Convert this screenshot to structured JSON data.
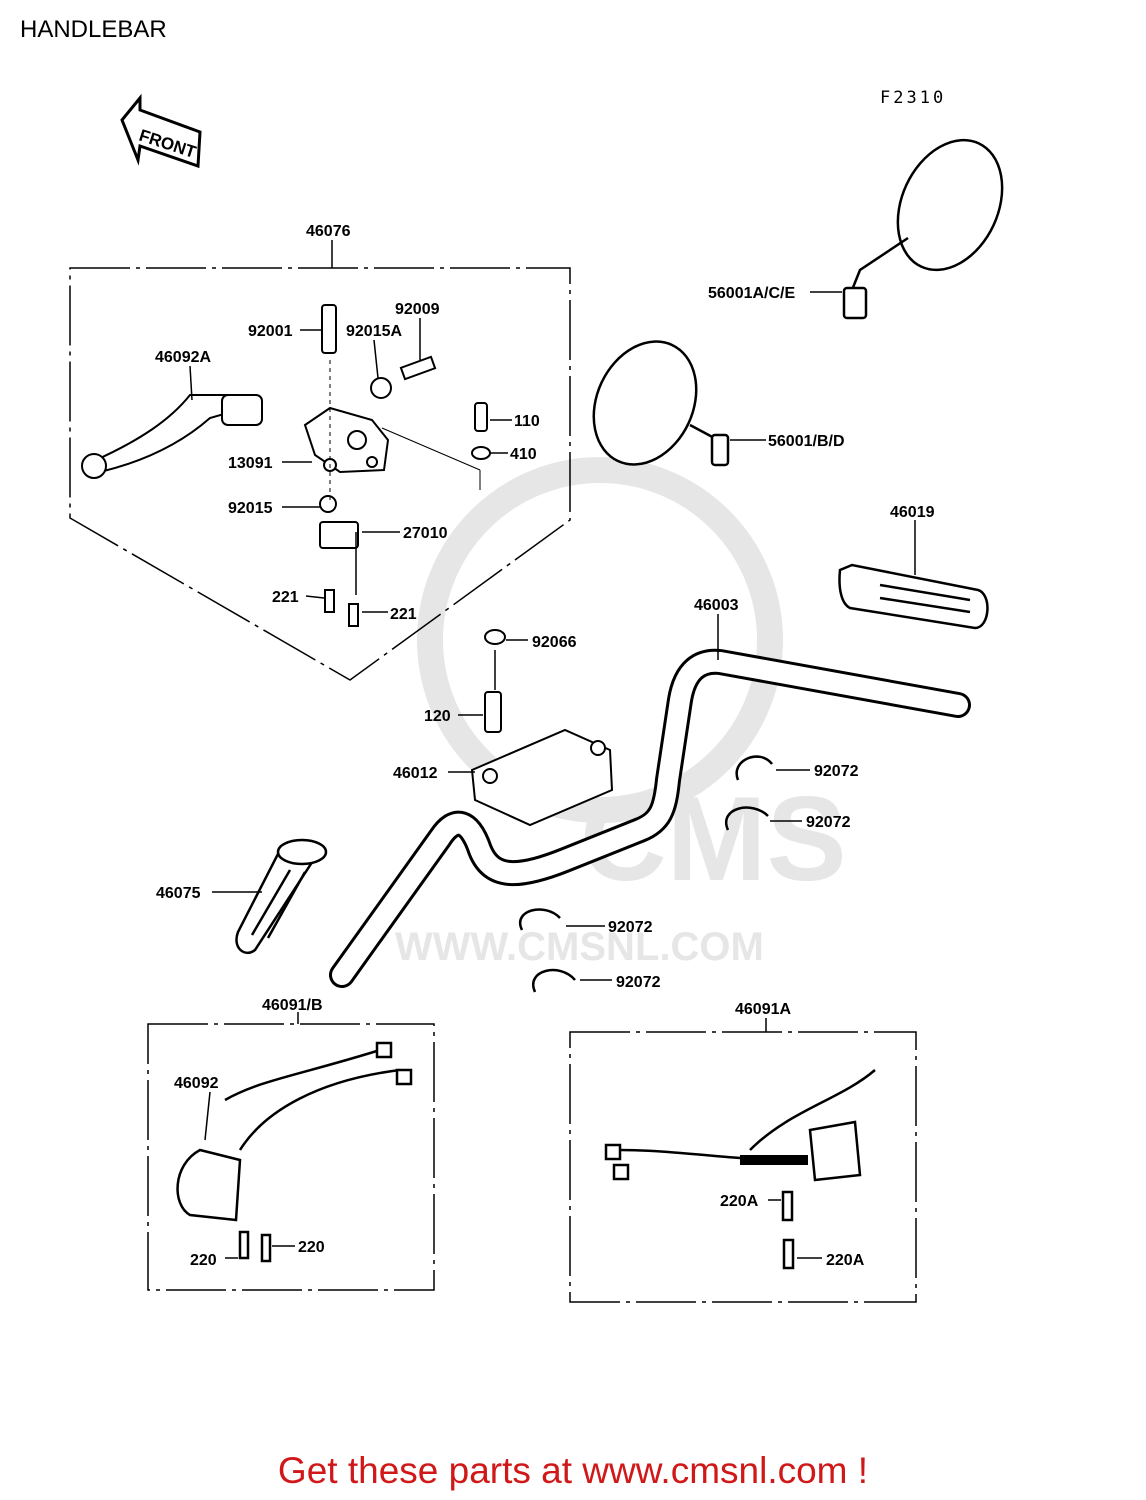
{
  "title": "HANDLEBAR",
  "figure_code": "F2310",
  "front_label": "FRONT",
  "watermark": {
    "main": "CMS",
    "url": "WWW.CMSNL.COM"
  },
  "footer": "Get these parts at www.cmsnl.com !",
  "parts": {
    "p46076": "46076",
    "p92009": "92009",
    "p92001": "92001",
    "p92015A": "92015A",
    "p46092A": "46092A",
    "p110": "110",
    "p410": "410",
    "p13091": "13091",
    "p92015": "92015",
    "p27010": "27010",
    "p221a": "221",
    "p221b": "221",
    "p56001ACE": "56001A/C/E",
    "p56001BD": "56001/B/D",
    "p46019": "46019",
    "p46003": "46003",
    "p92066": "92066",
    "p120": "120",
    "p46012": "46012",
    "p92072a": "92072",
    "p92072b": "92072",
    "p92072c": "92072",
    "p92072d": "92072",
    "p46075": "46075",
    "p46091B": "46091/B",
    "p46092": "46092",
    "p220a": "220",
    "p220b": "220",
    "p46091A": "46091A",
    "p220Aa": "220A",
    "p220Ab": "220A"
  },
  "colors": {
    "footer": "#d01818",
    "line": "#000000",
    "watermark": "#e6e6e6"
  }
}
